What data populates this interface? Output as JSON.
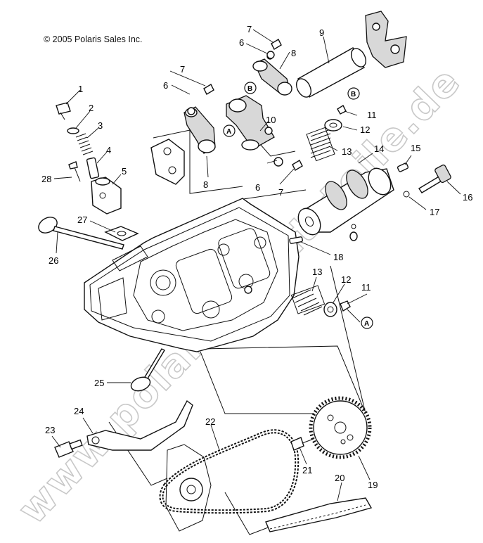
{
  "copyright": "© 2005 Polaris Sales Inc.",
  "watermark": "www.polarisersatzteile.de",
  "callouts": [
    "1",
    "2",
    "3",
    "4",
    "5",
    "6",
    "6",
    "6",
    "7",
    "7",
    "7",
    "8",
    "8",
    "9",
    "10",
    "11",
    "11",
    "12",
    "12",
    "13",
    "13",
    "14",
    "15",
    "16",
    "17",
    "18",
    "19",
    "20",
    "21",
    "22",
    "23",
    "24",
    "25",
    "26",
    "27",
    "28"
  ],
  "reference_markers": [
    "A",
    "A",
    "B",
    "B"
  ]
}
